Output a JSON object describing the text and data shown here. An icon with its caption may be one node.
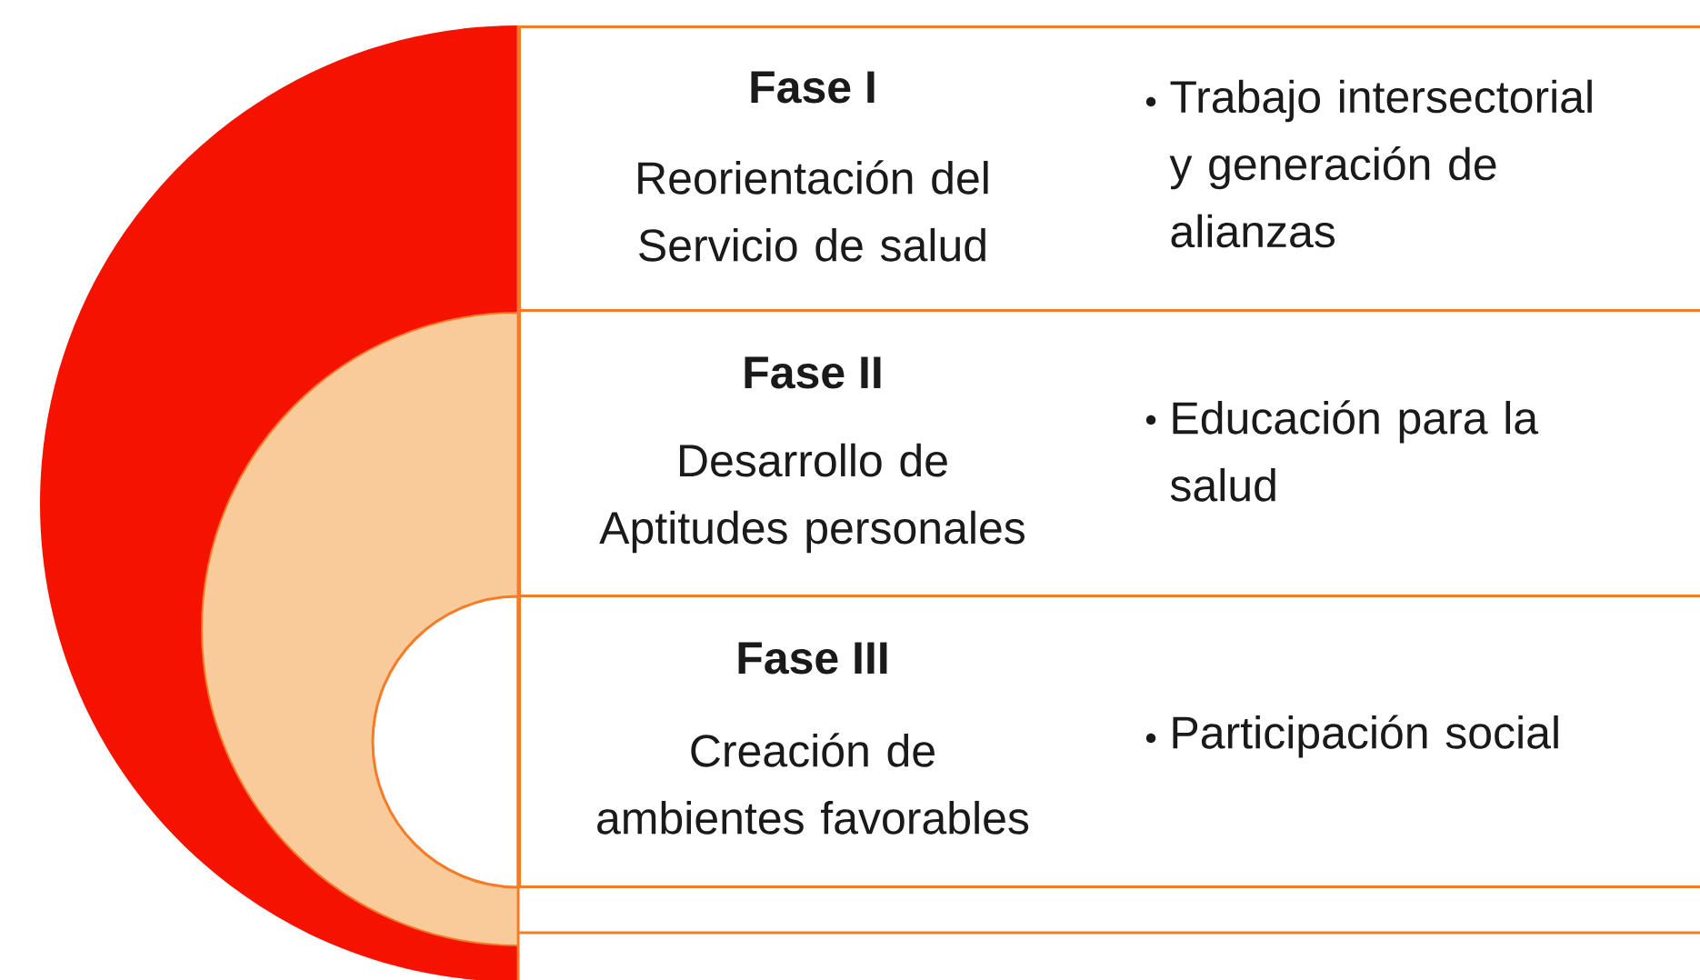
{
  "diagram": {
    "nodes": [
      {
        "text": [
          "Fase I",
          "Reorientación del Servicio de salud",
          "Trabajo intersectorial y generación de alianzas"
        ]
      },
      {
        "text": [
          "Fase II",
          "Desarrollo de Aptitudes personales",
          "Educación para la salud"
        ]
      },
      {
        "text": [
          "Fase III",
          "Creación de ambientes favorables",
          "Participación social"
        ]
      }
    ]
  }
}
